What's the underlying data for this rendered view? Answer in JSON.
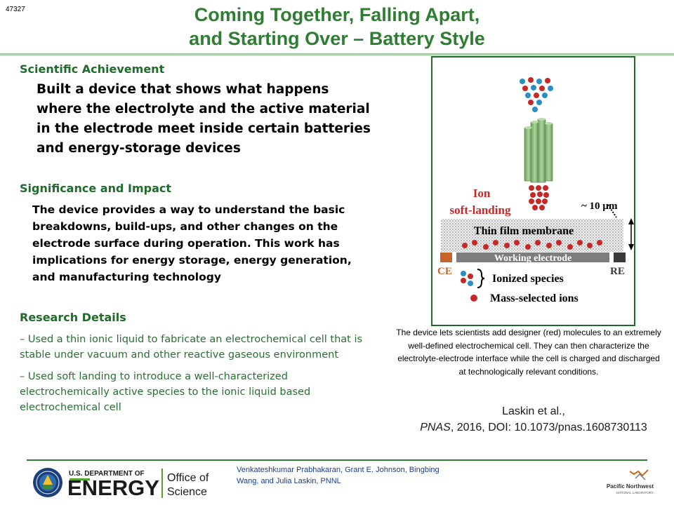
{
  "slide_id": "47327",
  "title_line1": "Coming Together, Falling Apart,",
  "title_line2": "and Starting Over – Battery Style",
  "achievement": {
    "heading": "Scientific Achievement",
    "text": "Built a device that shows what happens where the electrolyte and the active material in the electrode meet inside certain batteries and energy-storage devices"
  },
  "impact": {
    "heading": "Significance and Impact",
    "text": "The device provides a way to understand the basic breakdowns, build-ups, and other changes on the electrode surface during operation. This work has implications for energy storage, energy generation, and manufacturing technology"
  },
  "details": {
    "heading": "Research Details",
    "items": [
      "– Used a thin ionic liquid to fabricate an electrochemical cell that is stable under vacuum and other reactive gaseous environment",
      "– Used soft landing to introduce a well-characterized electrochemically active species to the ionic liquid based electrochemical cell"
    ]
  },
  "figure": {
    "ion_label_1": "Ion",
    "ion_label_2": "soft-landing",
    "thickness": "~ 10 µm",
    "membrane": "Thin film membrane",
    "electrode": "Working electrode",
    "ce": "CE",
    "re": "RE",
    "legend_ionized": "Ionized species",
    "legend_mass": "Mass-selected ions",
    "colors": {
      "red": "#c62828",
      "blue": "#2a8fc4",
      "rod": "#8fbf7f",
      "electrode": "#7d7d7d"
    }
  },
  "caption": "The device lets scientists add designer (red) molecules to an extremely well-defined electrochemical cell. They can then characterize the electrolyte-electrode interface while the cell is charged and discharged at technologically relevant conditions.",
  "citation_line1": "Laskin et al.,",
  "citation_journal": "PNAS",
  "citation_rest": ", 2016, DOI: 10.1073/pnas.1608730113",
  "authors": "Venkateshkumar Prabhakaran, Grant E. Johnson, Bingbing Wang, and Julia Laskin, PNNL",
  "doe_logo": {
    "line1": "U.S. DEPARTMENT OF",
    "line2": "ENERGY",
    "office1": "Office of",
    "office2": "Science"
  },
  "pnnl_logo": {
    "name": "Pacific Northwest",
    "sub": "NATIONAL LABORATORY"
  }
}
